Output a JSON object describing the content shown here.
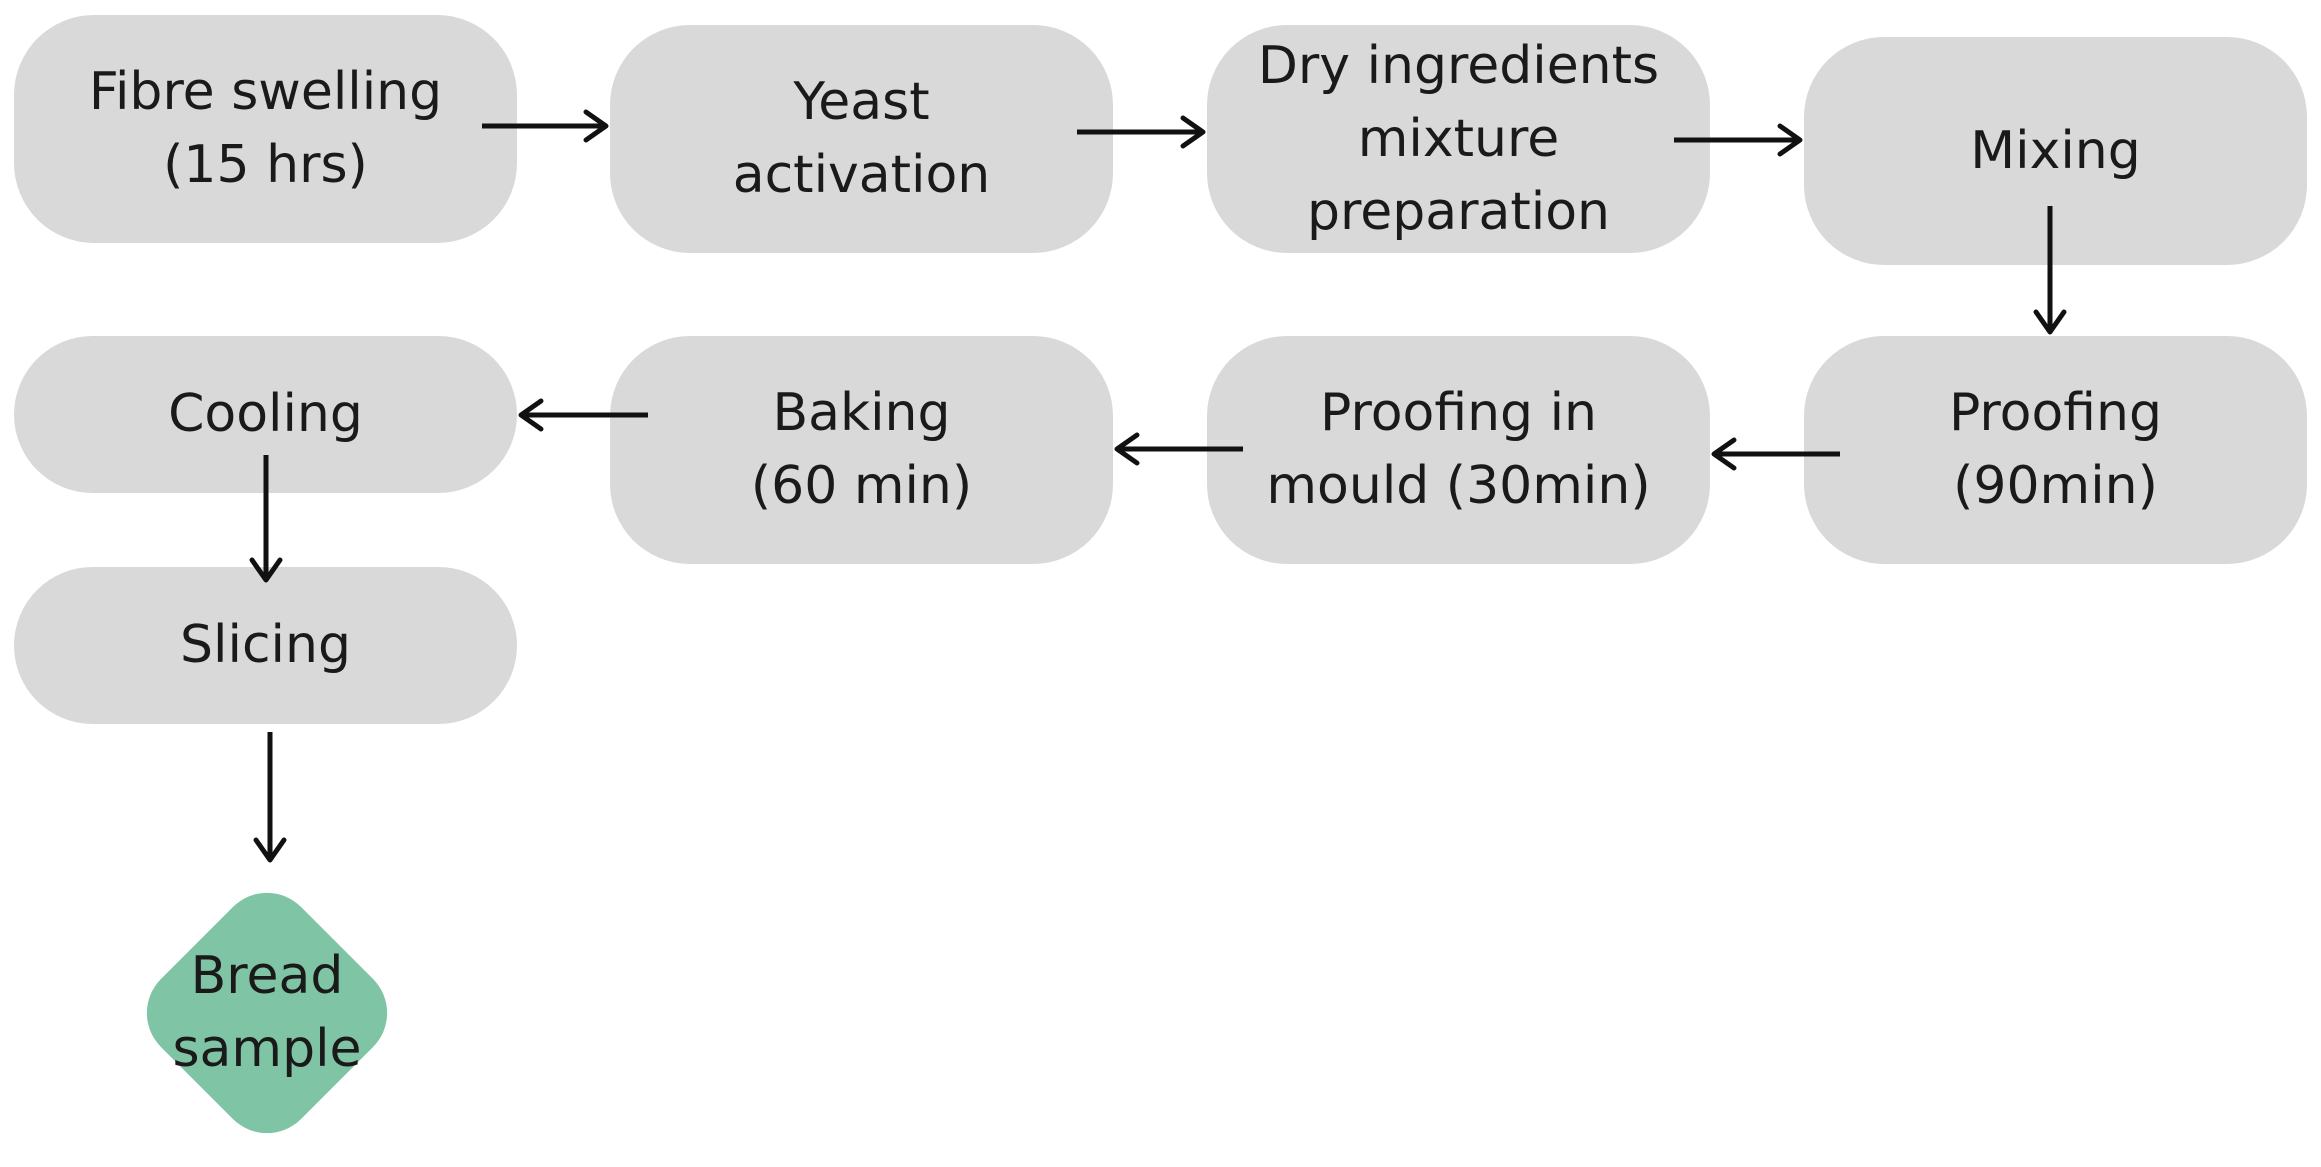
{
  "steps": {
    "fibre_swelling": "Fibre swelling\n(15 hrs)",
    "yeast_activation": "Yeast\nactivation",
    "dry_ingredients": "Dry ingredients\nmixture\npreparation",
    "mixing": "Mixing",
    "proofing": "Proofing\n(90min)",
    "proofing_mould": "Proofing in\nmould (30min)",
    "baking": "Baking\n(60 min)",
    "cooling": "Cooling",
    "slicing": "Slicing",
    "bread_sample": "Bread\nsample"
  },
  "colors": {
    "process_node": "#d9d9d9",
    "terminal_node": "#7fc4a4",
    "arrow": "#111111"
  }
}
